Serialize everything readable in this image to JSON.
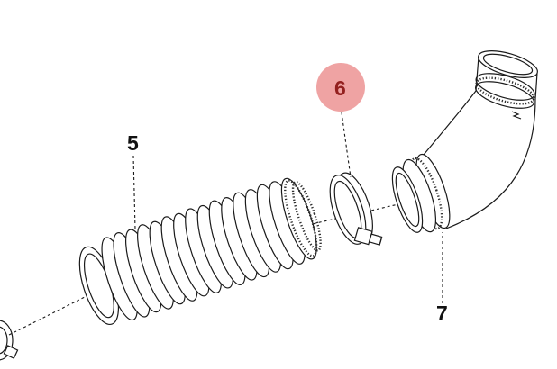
{
  "diagram": {
    "type": "exploded-parts-diagram",
    "background": "#ffffff",
    "line_color": "#1a1a1a",
    "callouts": [
      {
        "label": "5",
        "highlighted": false
      },
      {
        "label": "6",
        "highlighted": true
      },
      {
        "label": "7",
        "highlighted": false
      }
    ],
    "highlight": {
      "fill": "#efa3a3",
      "text_color": "#93201f"
    }
  }
}
